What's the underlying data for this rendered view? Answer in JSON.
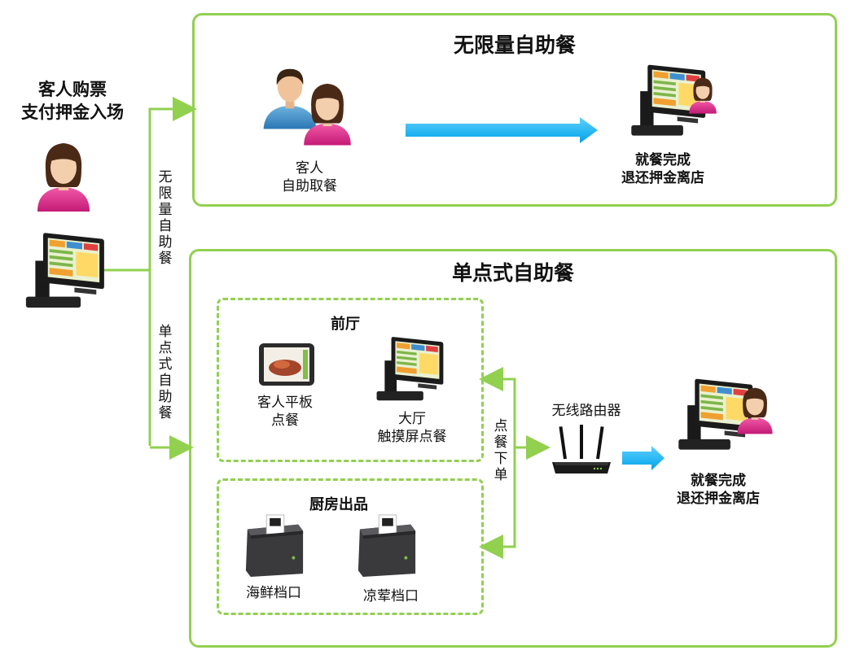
{
  "left": {
    "title_line1": "客人购票",
    "title_line2": "支付押金入场"
  },
  "branch_labels": {
    "unlimited": "无限量自助餐",
    "single": "单点式自助餐"
  },
  "unlimited": {
    "title": "无限量自助餐",
    "guest_line1": "客人",
    "guest_line2": "自助取餐",
    "done_line1": "就餐完成",
    "done_line2": "退还押金离店"
  },
  "single": {
    "title": "单点式自助餐",
    "front": {
      "title": "前厅",
      "tablet_line1": "客人平板",
      "tablet_line2": "点餐",
      "touch_line1": "大厅",
      "touch_line2": "触摸屏点餐"
    },
    "kitchen": {
      "title": "厨房出品",
      "seafood": "海鲜档口",
      "cold": "凉荤档口"
    },
    "order_label": "点餐下单",
    "router": "无线路由器",
    "done_line1": "就餐完成",
    "done_line2": "退还押金离店"
  },
  "colors": {
    "line": "#92d050",
    "arrow": "#00b0f0"
  }
}
